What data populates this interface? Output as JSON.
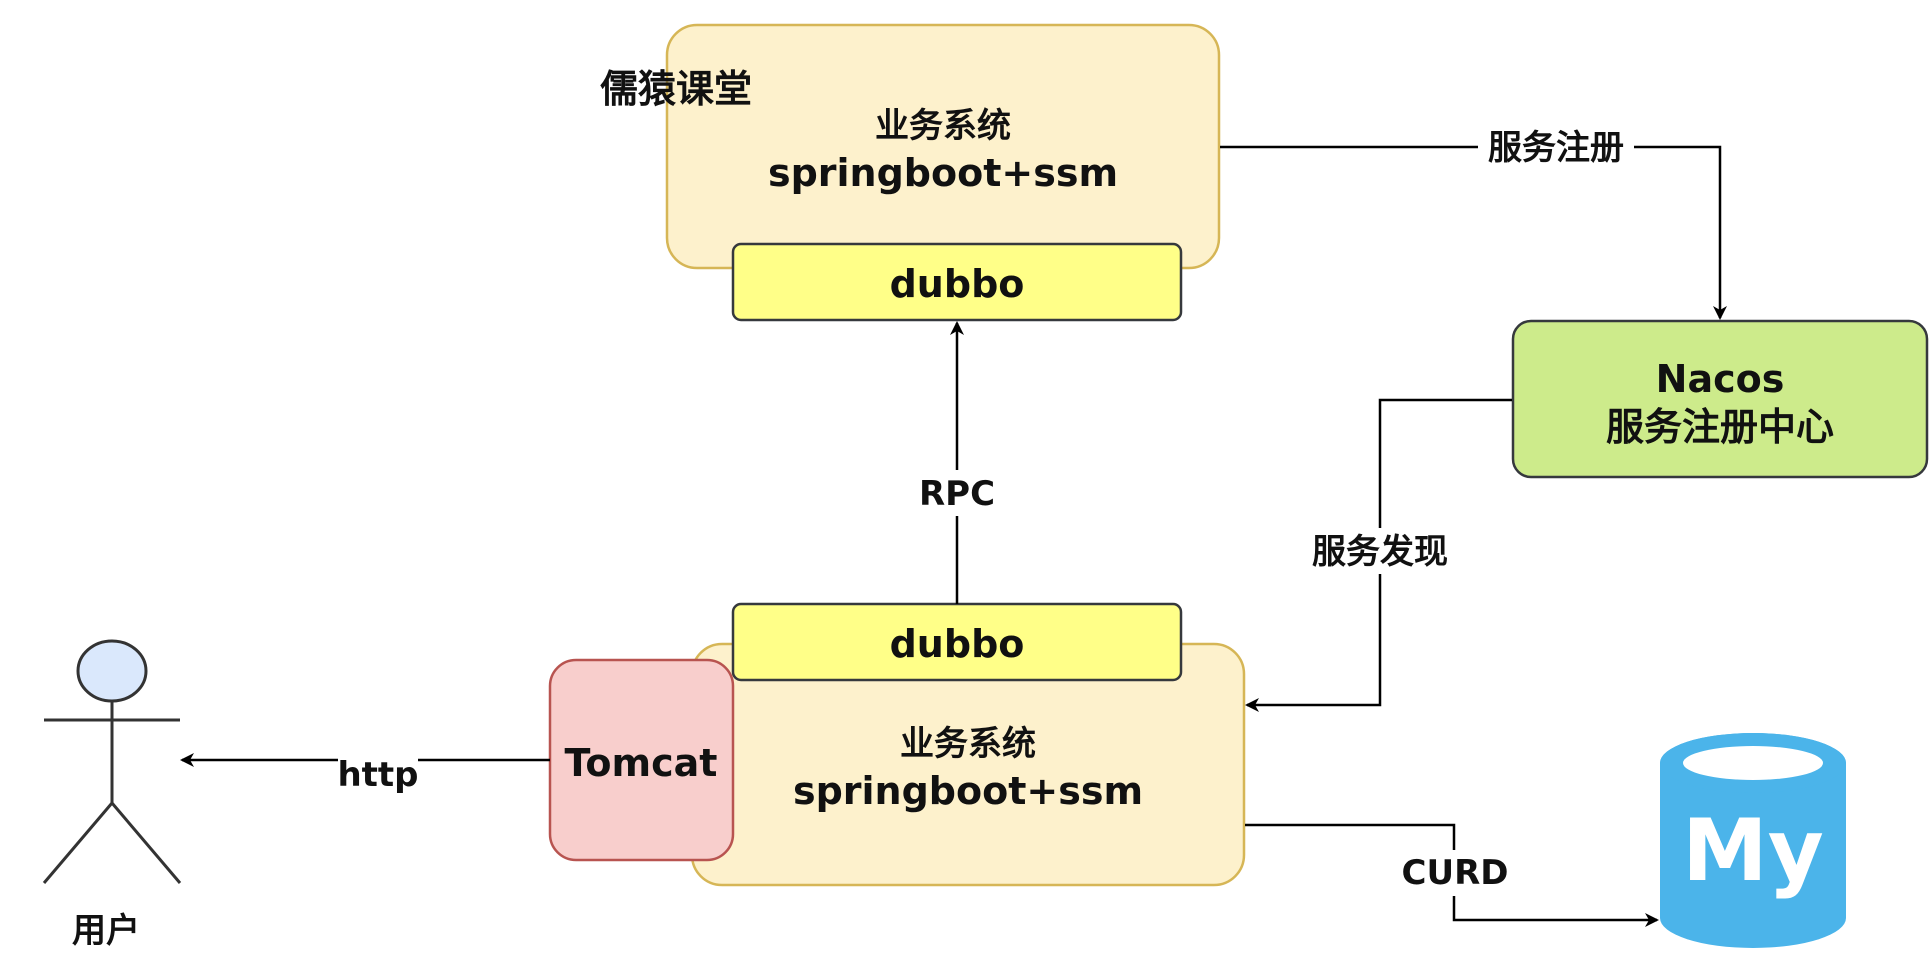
{
  "watermark": "儒猿课堂",
  "top_service": {
    "line1": "业务系统",
    "line2": "springboot+ssm",
    "dubbo": "dubbo"
  },
  "bottom_service": {
    "line1": "业务系统",
    "line2": "springboot+ssm",
    "dubbo": "dubbo",
    "tomcat": "Tomcat"
  },
  "nacos": {
    "line1": "Nacos",
    "line2": "服务注册中心"
  },
  "user": {
    "label": "用户"
  },
  "database": {
    "logo_text": "My"
  },
  "edges": {
    "register": "服务注册",
    "discover": "服务发现",
    "rpc": "RPC",
    "http": "http",
    "curd": "CURD"
  },
  "colors": {
    "service_fill": "#fdf1cc",
    "service_stroke": "#d6b656",
    "dubbo_fill": "#ffff88",
    "dubbo_stroke": "#36393d",
    "nacos_fill": "#cdeb8b",
    "nacos_stroke": "#36393d",
    "tomcat_fill": "#f8cecc",
    "tomcat_stroke": "#b85450",
    "user_head_fill": "#dae8fc",
    "mysql_blue": "#4bb4ea"
  }
}
